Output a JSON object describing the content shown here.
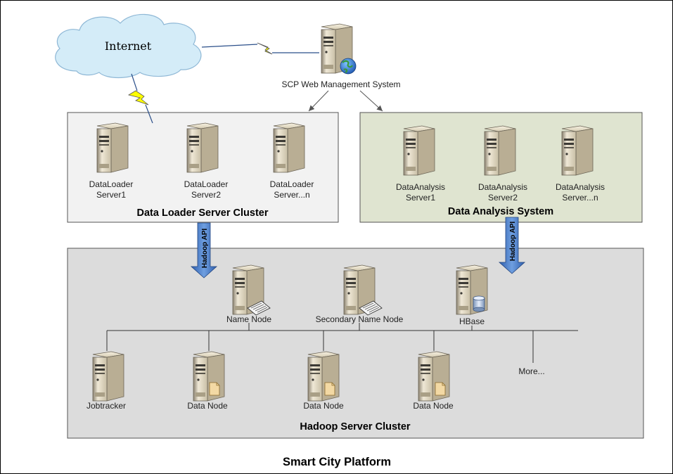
{
  "platform_title": "Smart City Platform",
  "internet": {
    "label": "Internet"
  },
  "web_system": {
    "label": "SCP Web Management System"
  },
  "loader_cluster": {
    "title": "Data Loader Server Cluster",
    "servers": [
      {
        "line1": "DataLoader",
        "line2": "Server1"
      },
      {
        "line1": "DataLoader",
        "line2": "Server2"
      },
      {
        "line1": "DataLoader",
        "line2": "Server...n"
      }
    ]
  },
  "analysis_system": {
    "title": "Data Analysis System",
    "servers": [
      {
        "line1": "DataAnalysis",
        "line2": "Server1"
      },
      {
        "line1": "DataAnalysis",
        "line2": "Server2"
      },
      {
        "line1": "DataAnalysis",
        "line2": "Server...n"
      }
    ]
  },
  "hadoop_cluster": {
    "title": "Hadoop Server Cluster",
    "top_nodes": [
      "Name Node",
      "Secondary Name Node",
      "HBase"
    ],
    "bottom_nodes": [
      "Jobtracker",
      "Data Node",
      "Data Node",
      "Data Node",
      "More..."
    ]
  },
  "hadoop_api": {
    "left": "Hadoop API",
    "right": "Hadoop API"
  },
  "colors": {
    "loader_fill": "#f2f2f2",
    "analysis_fill": "#dfe4d0",
    "hadoop_fill": "#dcdcdc",
    "arrow_blue": "#4f7fc8",
    "bolt_yellow": "#ffff00",
    "cloud_fill": "#d4ecf8"
  }
}
